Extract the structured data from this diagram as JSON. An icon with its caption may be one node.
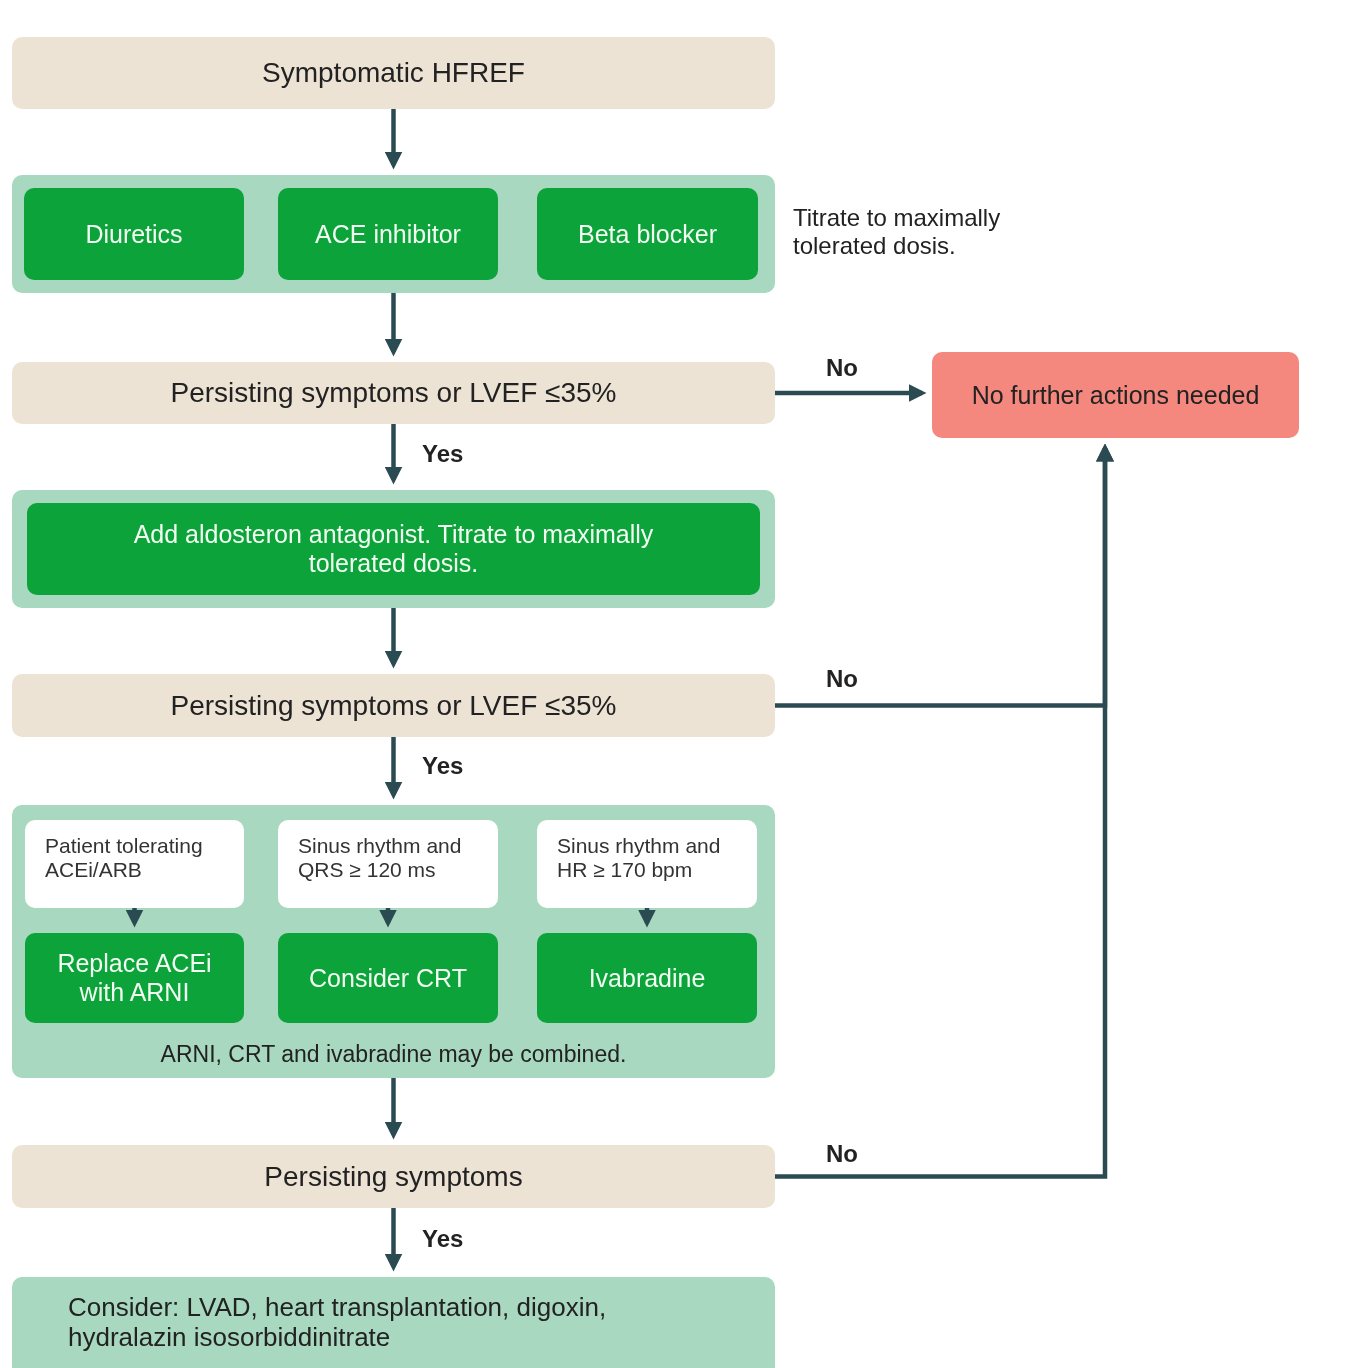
{
  "diagram": {
    "nodes": [
      {
        "text": [
          "Symptomatic HFREF"
        ]
      },
      {
        "text": [],
        "shape": "box",
        "beside": [
          "Titrate to maximally tolerated dosis."
        ]
      },
      {
        "text": [
          "Diuretics"
        ],
        "in": 1
      },
      {
        "text": [
          "ACE inhibitor"
        ],
        "in": 1
      },
      {
        "text": [
          "Beta blocker"
        ],
        "in": 1
      },
      {
        "text": [
          "Persisting symptoms or LVEF ≤35%"
        ]
      },
      {
        "text": [
          "No further actions needed"
        ]
      },
      {
        "text": [],
        "shape": "box"
      },
      {
        "text": [
          "Add aldosteron antagonist. Titrate to maximally tolerated dosis."
        ],
        "in": 7
      },
      {
        "text": [
          "Persisting symptoms or LVEF ≤35%"
        ]
      },
      {
        "text": [
          "ARNI, CRT and ivabradine may be combined."
        ]
      },
      {
        "text": [
          "Patient tolerating ACEi/ARB"
        ],
        "in": 10
      },
      {
        "text": [
          "Sinus rhythm and QRS ≥ 120 ms"
        ],
        "in": 10
      },
      {
        "text": [
          "Sinus rhythm and HR ≥ 170 bpm"
        ],
        "in": 10
      },
      {
        "text": [
          "Replace ACEi with ARNI"
        ],
        "in": 10
      },
      {
        "text": [
          "Consider CRT"
        ],
        "in": 10
      },
      {
        "text": [
          "Ivabradine"
        ],
        "in": 10
      },
      {
        "text": [
          "Persisting symptoms"
        ]
      },
      {
        "text": [
          "Consider: LVAD, heart transplantation, digoxin, hydralazin isosorbiddinitrate"
        ]
      }
    ],
    "edges": [
      {
        "from": 0,
        "to": 1,
        "arrow": "to"
      },
      {
        "from": 1,
        "to": 5,
        "arrow": "to"
      },
      {
        "from": 5,
        "to": 6,
        "arrow": "to",
        "label": "No"
      },
      {
        "from": 5,
        "to": 7,
        "arrow": "to",
        "label": "Yes"
      },
      {
        "from": 7,
        "to": 9,
        "arrow": "to"
      },
      {
        "from": 9,
        "to": 6,
        "arrow": "to",
        "label": "No"
      },
      {
        "from": 9,
        "to": 10,
        "arrow": "to",
        "label": "Yes"
      },
      {
        "from": 11,
        "to": 14,
        "arrow": "to"
      },
      {
        "from": 12,
        "to": 15,
        "arrow": "to"
      },
      {
        "from": 13,
        "to": 16,
        "arrow": "to"
      },
      {
        "from": 10,
        "to": 17,
        "arrow": "to"
      },
      {
        "from": 17,
        "to": 6,
        "arrow": "to",
        "label": "No"
      },
      {
        "from": 17,
        "to": 18,
        "arrow": "to",
        "label": "Yes"
      }
    ]
  }
}
